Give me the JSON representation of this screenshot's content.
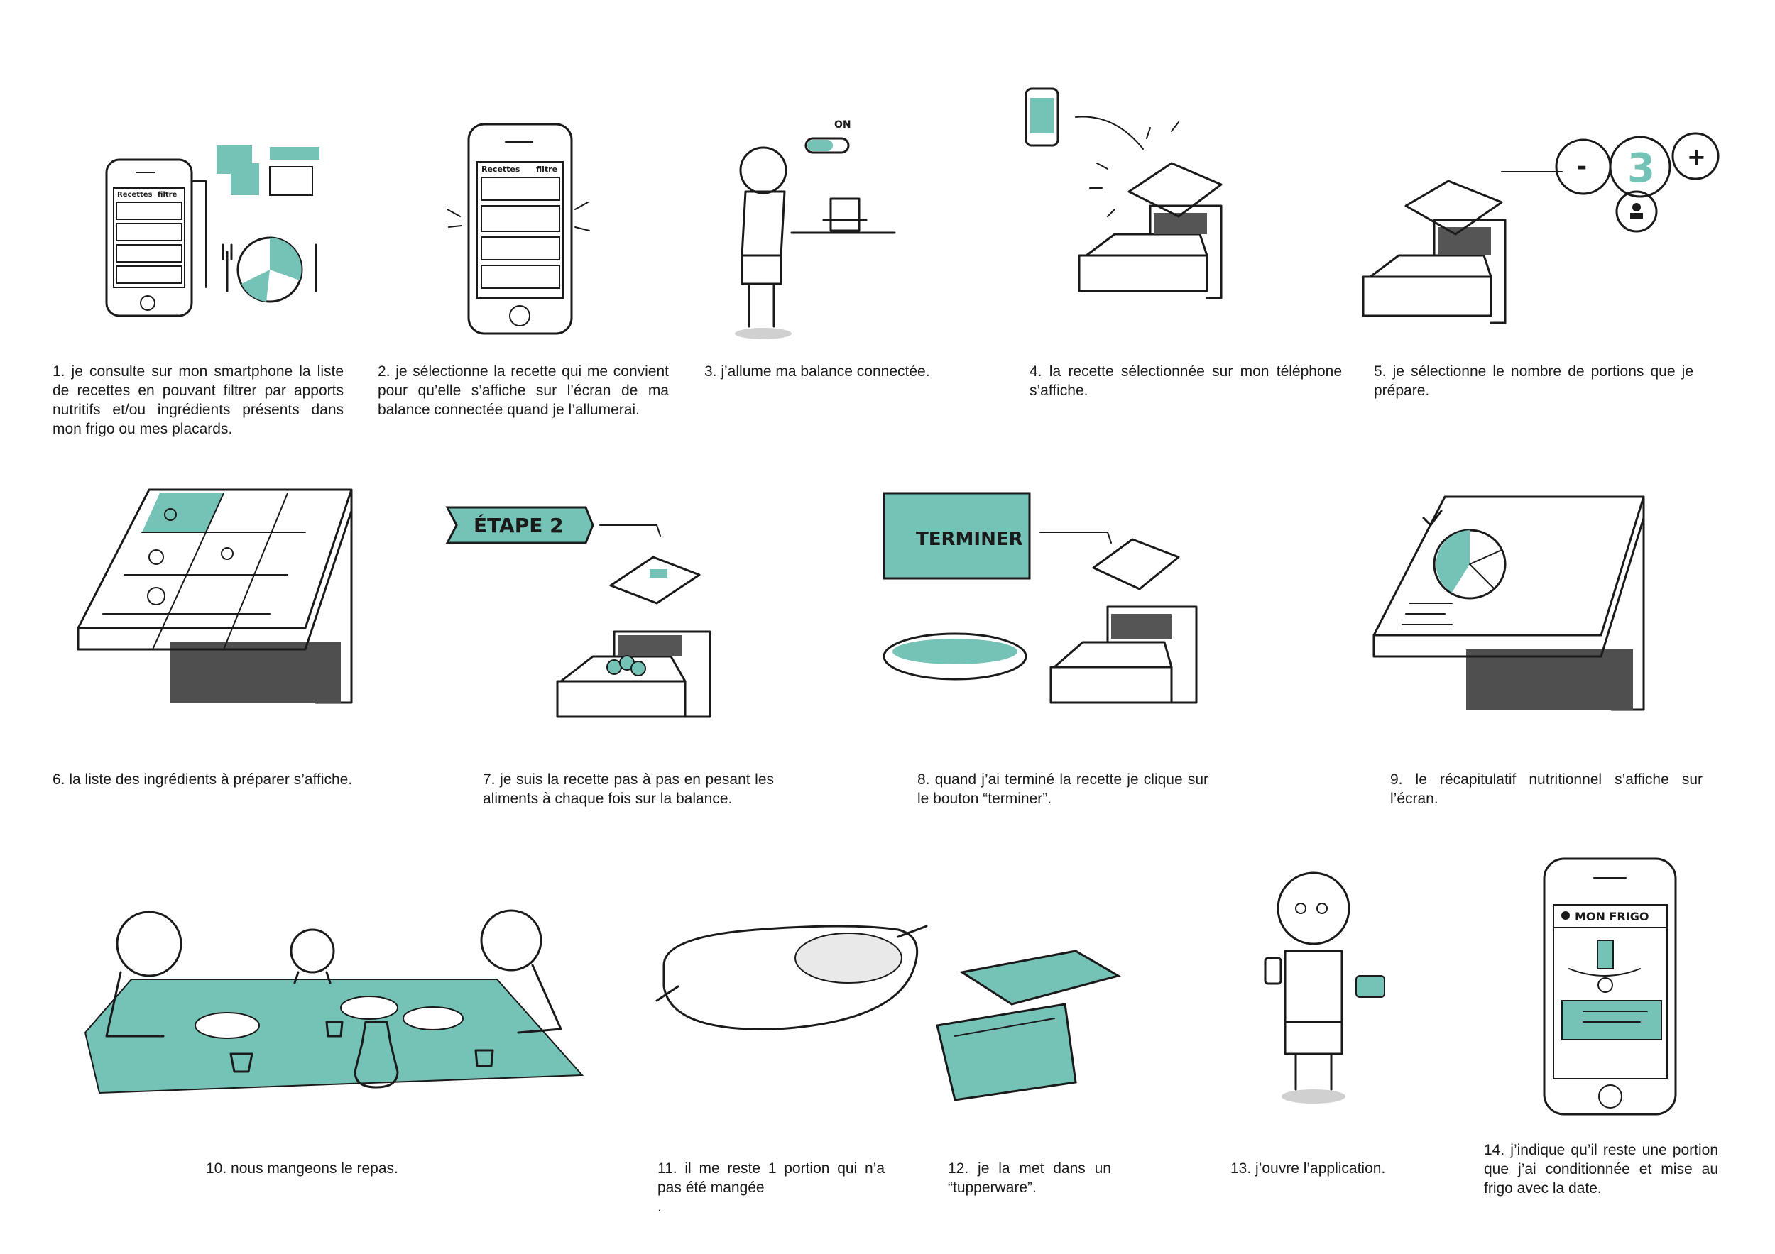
{
  "accent_color": "#74c3b6",
  "icons": [
    "smartphone-icon",
    "connected-scale-icon",
    "person-icon",
    "pie-chart-icon",
    "dish-icon",
    "tupperware-icon",
    "fork-icon",
    "knife-icon"
  ],
  "panel_text": {
    "p1_tab_recettes": "Recettes",
    "p1_tab_filtre": "filtre",
    "p2_tab_recettes": "Recettes",
    "p2_tab_filtre": "filtre",
    "p3_switch": "ON",
    "p5_portions": "3",
    "p7_banner": "ÉTAPE 2",
    "p8_button": "TERMINER",
    "p14_header": "MON FRIGO"
  },
  "steps": [
    {
      "caption": "1. je consulte sur mon smartphone la liste de recettes en pouvant filtrer par apports nutritifs et/ou ingrédients présents dans mon frigo ou mes placards."
    },
    {
      "caption": "2. je sélectionne la recette qui me convient pour qu’elle s’affiche sur l’écran de ma balance connectée quand je l’allumerai."
    },
    {
      "caption": "3. j’allume ma balance connectée."
    },
    {
      "caption": "4. la recette sélectionnée sur mon téléphone s’affiche."
    },
    {
      "caption": "5. je sélectionne le nombre de portions que je prépare."
    },
    {
      "caption": "6. la liste des ingrédients à préparer s’affiche."
    },
    {
      "caption": "7. je suis la recette pas à pas en pesant les aliments à chaque fois sur la balance."
    },
    {
      "caption": "8. quand j’ai terminé la recette je clique sur le bouton “terminer”."
    },
    {
      "caption": "9. le récapitulatif nutritionnel s’affiche sur l’écran."
    },
    {
      "caption": "10. nous mangeons le repas."
    },
    {
      "caption": "11. il me reste 1 portion qui n’a pas été mangée\n."
    },
    {
      "caption": "12. je la met dans un “tupperware”."
    },
    {
      "caption": "13. j’ouvre l’application."
    },
    {
      "caption": "14. j’indique qu’il reste une portion que j’ai conditionnée et mise au frigo avec la date."
    }
  ]
}
